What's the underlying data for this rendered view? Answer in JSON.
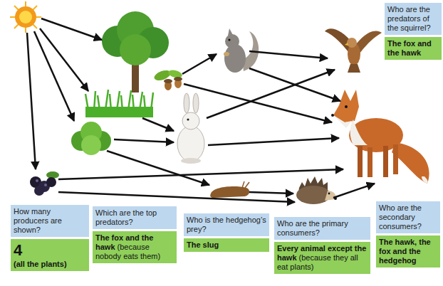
{
  "diagram": {
    "nodes": [
      {
        "text": [
          "Who are the predators of the squirrel?",
          "The fox and the hawk"
        ]
      },
      {
        "text": [
          "How many producers are shown?",
          "4",
          "(all the plants)"
        ]
      },
      {
        "text": [
          "Which are the top predators?",
          "The fox and the hawk",
          "(because nobody eats them)"
        ]
      },
      {
        "text": [
          "Who is the hedgehog’s prey?",
          "The slug"
        ]
      },
      {
        "text": [
          "Who are the primary consumers?",
          "Every animal except the hawk",
          "(because they all eat plants)"
        ]
      },
      {
        "text": [
          "Who are the secondary consumers?",
          "The hawk, the fox and the hedgehog"
        ]
      }
    ]
  }
}
